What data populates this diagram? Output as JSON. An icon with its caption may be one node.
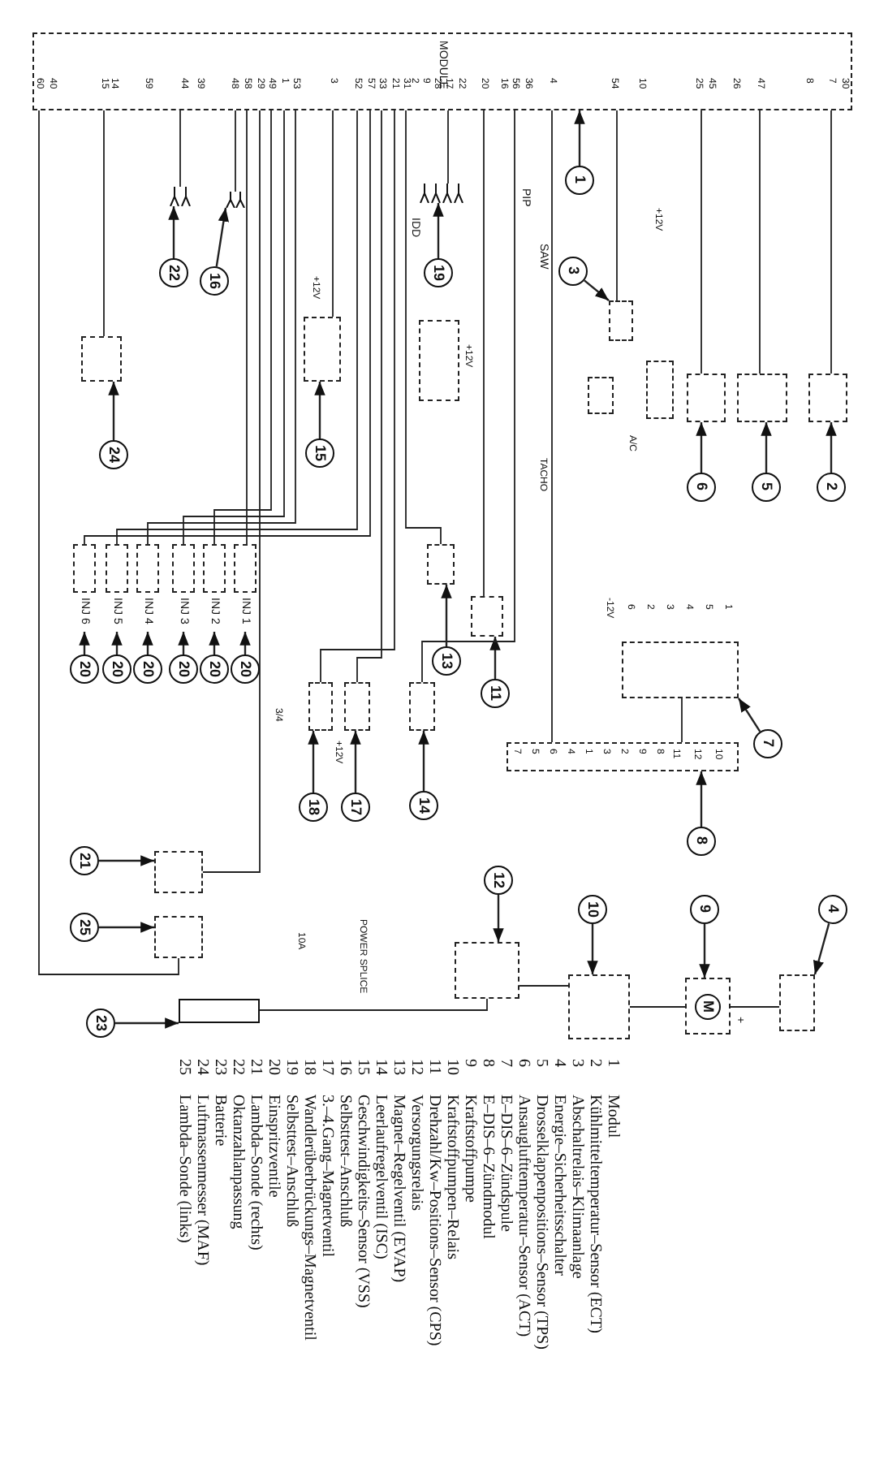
{
  "diagram": {
    "nodes": [
      {
        "text": [
          "MODULE"
        ]
      },
      {
        "text": [
          "1"
        ]
      },
      {
        "text": [],
        "shape": "box"
      },
      {
        "text": [
          "24"
        ]
      },
      {
        "text": [],
        "shape": "plug"
      },
      {
        "text": [
          "22"
        ]
      },
      {
        "text": [],
        "shape": "plug"
      },
      {
        "text": [
          "16"
        ]
      },
      {
        "text": [],
        "shape": "box"
      },
      {
        "text": [
          "15"
        ]
      },
      {
        "text": [],
        "shape": "plug"
      },
      {
        "text": [
          "19"
        ]
      },
      {
        "text": [],
        "shape": "box"
      },
      {
        "text": [
          "3"
        ]
      },
      {
        "text": [],
        "shape": "box"
      },
      {
        "text": [
          "6"
        ]
      },
      {
        "text": [],
        "shape": "box"
      },
      {
        "text": [
          "5"
        ]
      },
      {
        "text": [],
        "shape": "box"
      },
      {
        "text": [
          "2"
        ]
      },
      {
        "text": [
          "INJ 6"
        ]
      },
      {
        "text": [
          "INJ 5"
        ]
      },
      {
        "text": [
          "INJ 4"
        ]
      },
      {
        "text": [
          "INJ 3"
        ]
      },
      {
        "text": [
          "INJ 2"
        ]
      },
      {
        "text": [
          "INJ 1"
        ]
      },
      {
        "text": [
          "20"
        ]
      },
      {
        "text": [
          "20"
        ]
      },
      {
        "text": [
          "20"
        ]
      },
      {
        "text": [
          "20"
        ]
      },
      {
        "text": [
          "20"
        ]
      },
      {
        "text": [
          "20"
        ]
      },
      {
        "text": [],
        "shape": "box"
      },
      {
        "text": [
          "13"
        ]
      },
      {
        "text": [],
        "shape": "box"
      },
      {
        "text": [
          "11"
        ]
      },
      {
        "text": [],
        "shape": "box"
      },
      {
        "text": [
          "7"
        ]
      },
      {
        "text": [],
        "shape": "box"
      },
      {
        "text": [
          "8"
        ]
      },
      {
        "text": [],
        "shape": "box"
      },
      {
        "text": [
          "18"
        ]
      },
      {
        "text": [],
        "shape": "box"
      },
      {
        "text": [
          "17"
        ]
      },
      {
        "text": [],
        "shape": "box"
      },
      {
        "text": [
          "14"
        ]
      },
      {
        "text": [],
        "shape": "box"
      },
      {
        "text": [
          "21"
        ]
      },
      {
        "text": [],
        "shape": "box"
      },
      {
        "text": [
          "25"
        ]
      },
      {
        "text": [],
        "shape": "battery"
      },
      {
        "text": [
          "23"
        ]
      },
      {
        "text": [],
        "shape": "box"
      },
      {
        "text": [
          "12"
        ]
      },
      {
        "text": [],
        "shape": "box"
      },
      {
        "text": [
          "10"
        ]
      },
      {
        "text": [
          "M"
        ]
      },
      {
        "text": [
          "9"
        ]
      },
      {
        "text": [],
        "shape": "box"
      },
      {
        "text": [
          "4"
        ]
      },
      {
        "text": [],
        "shape": "box"
      },
      {
        "text": [],
        "shape": "box"
      },
      {
        "text": [],
        "shape": "box"
      }
    ],
    "edges": [
      {
        "from": 1,
        "to": 0,
        "arrow": "to"
      },
      {
        "from": 3,
        "to": 2,
        "arrow": "to"
      },
      {
        "from": 5,
        "to": 4,
        "arrow": "to"
      },
      {
        "from": 7,
        "to": 6,
        "arrow": "to"
      },
      {
        "from": 9,
        "to": 8,
        "arrow": "to"
      },
      {
        "from": 11,
        "to": 10,
        "arrow": "to"
      },
      {
        "from": 13,
        "to": 12,
        "arrow": "to"
      },
      {
        "from": 15,
        "to": 14,
        "arrow": "to"
      },
      {
        "from": 17,
        "to": 16,
        "arrow": "to"
      },
      {
        "from": 19,
        "to": 18,
        "arrow": "to"
      },
      {
        "from": 26,
        "to": 20,
        "arrow": "to"
      },
      {
        "from": 27,
        "to": 21,
        "arrow": "to"
      },
      {
        "from": 28,
        "to": 22,
        "arrow": "to"
      },
      {
        "from": 29,
        "to": 23,
        "arrow": "to"
      },
      {
        "from": 30,
        "to": 24,
        "arrow": "to"
      },
      {
        "from": 31,
        "to": 25,
        "arrow": "to"
      },
      {
        "from": 33,
        "to": 32,
        "arrow": "to"
      },
      {
        "from": 35,
        "to": 34,
        "arrow": "to"
      },
      {
        "from": 37,
        "to": 36,
        "arrow": "to"
      },
      {
        "from": 39,
        "to": 38,
        "arrow": "to"
      },
      {
        "from": 41,
        "to": 40,
        "arrow": "to"
      },
      {
        "from": 43,
        "to": 42,
        "arrow": "to"
      },
      {
        "from": 45,
        "to": 44,
        "arrow": "to"
      },
      {
        "from": 47,
        "to": 46,
        "arrow": "to"
      },
      {
        "from": 49,
        "to": 48,
        "arrow": "to"
      },
      {
        "from": 51,
        "to": 50,
        "arrow": "to"
      },
      {
        "from": 53,
        "to": 52,
        "arrow": "to"
      },
      {
        "from": 55,
        "to": 54,
        "arrow": "to"
      },
      {
        "from": 57,
        "to": 56,
        "arrow": "to"
      },
      {
        "from": 59,
        "to": 58,
        "arrow": "to"
      },
      {
        "from": 0,
        "to": 2,
        "arrow": "none"
      },
      {
        "from": 0,
        "to": 4,
        "arrow": "none"
      },
      {
        "from": 0,
        "to": 6,
        "arrow": "none"
      },
      {
        "from": 0,
        "to": 8,
        "arrow": "none"
      },
      {
        "from": 0,
        "to": 10,
        "arrow": "none"
      },
      {
        "from": 0,
        "to": 12,
        "arrow": "none"
      },
      {
        "from": 0,
        "to": 14,
        "arrow": "none"
      },
      {
        "from": 0,
        "to": 16,
        "arrow": "none"
      },
      {
        "from": 0,
        "to": 18,
        "arrow": "none"
      },
      {
        "from": 0,
        "to": 20,
        "arrow": "none"
      },
      {
        "from": 0,
        "to": 21,
        "arrow": "none"
      },
      {
        "from": 0,
        "to": 22,
        "arrow": "none"
      },
      {
        "from": 0,
        "to": 23,
        "arrow": "none"
      },
      {
        "from": 0,
        "to": 24,
        "arrow": "none"
      },
      {
        "from": 0,
        "to": 25,
        "arrow": "none"
      },
      {
        "from": 0,
        "to": 32,
        "arrow": "none"
      },
      {
        "from": 0,
        "to": 34,
        "arrow": "none"
      },
      {
        "from": 0,
        "to": 38,
        "arrow": "none"
      },
      {
        "from": 0,
        "to": 40,
        "arrow": "none"
      },
      {
        "from": 0,
        "to": 42,
        "arrow": "none"
      },
      {
        "from": 0,
        "to": 44,
        "arrow": "none"
      },
      {
        "from": 0,
        "to": 46,
        "arrow": "none"
      },
      {
        "from": 0,
        "to": 48,
        "arrow": "none"
      },
      {
        "from": 36,
        "to": 38,
        "arrow": "none"
      },
      {
        "from": 50,
        "to": 52,
        "arrow": "none"
      },
      {
        "from": 52,
        "to": 54,
        "arrow": "none"
      },
      {
        "from": 54,
        "to": 56,
        "arrow": "none"
      },
      {
        "from": 56,
        "to": 58,
        "arrow": "none"
      }
    ],
    "labels": [
      "60",
      "40",
      "15",
      "14",
      "59",
      "44",
      "39",
      "48",
      "58",
      "29",
      "49",
      "1",
      "53",
      "3",
      "52",
      "57",
      "33",
      "21",
      "31",
      "2",
      "9",
      "28",
      "17",
      "22",
      "20",
      "16",
      "56",
      "36",
      "4",
      "54",
      "10",
      "25",
      "45",
      "26",
      "47",
      "8",
      "7",
      "30",
      "PIP",
      "SAW",
      "IDD",
      "+12V",
      "+12V",
      "+12V",
      "A/C",
      "TACHO",
      "-12V",
      "6",
      "2",
      "3",
      "4",
      "5",
      "1",
      "7",
      "5",
      "6",
      "4",
      "1",
      "3",
      "2",
      "9",
      "8",
      "11",
      "12",
      "10",
      "3/4",
      "+12V",
      "10A",
      "POWER SPLICE",
      "+",
      "1",
      "Modul",
      "2",
      "Kühlmitteltemperatur–Sensor (ECT)",
      "3",
      "Abschaltrelais–Klimaanlage",
      "4",
      "Energie–Sicherheitsschalter",
      "5",
      "Drosselklappenpositions–Sensor (TPS)",
      "6",
      "Ansauglufttemperatur–Sensor (ACT)",
      "7",
      "E–DIS–6–Zündspule",
      "8",
      "E–DIS–6–Zündmodul",
      "9",
      "Kraftstoffpumpe",
      "10",
      "Kraftstoffpumpen–Relais",
      "11",
      "Drehzahl/Kw–Positions–Sensor (CPS)",
      "12",
      "Versorgungsrelais",
      "13",
      "Magnet–Regelventil (EVAP)",
      "14",
      "Leerlaufregelventil (ISC)",
      "15",
      "Geschwindigkeits–Sensor (VSS)",
      "16",
      "Selbsttest–Anschluß",
      "17",
      "3.–4.Gang–Magnetventil",
      "18",
      "Wandlerüberbrückungs–Magnetventil",
      "19",
      "Selbsttest–Anschluß",
      "20",
      "Einspritzventile",
      "21",
      "Lambda–Sonde (rechts)",
      "22",
      "Oktanzahlanpassung",
      "23",
      "Batterie",
      "24",
      "Luftmassenmesser (MAF)",
      "25",
      "Lambda–Sonde (links)"
    ]
  }
}
